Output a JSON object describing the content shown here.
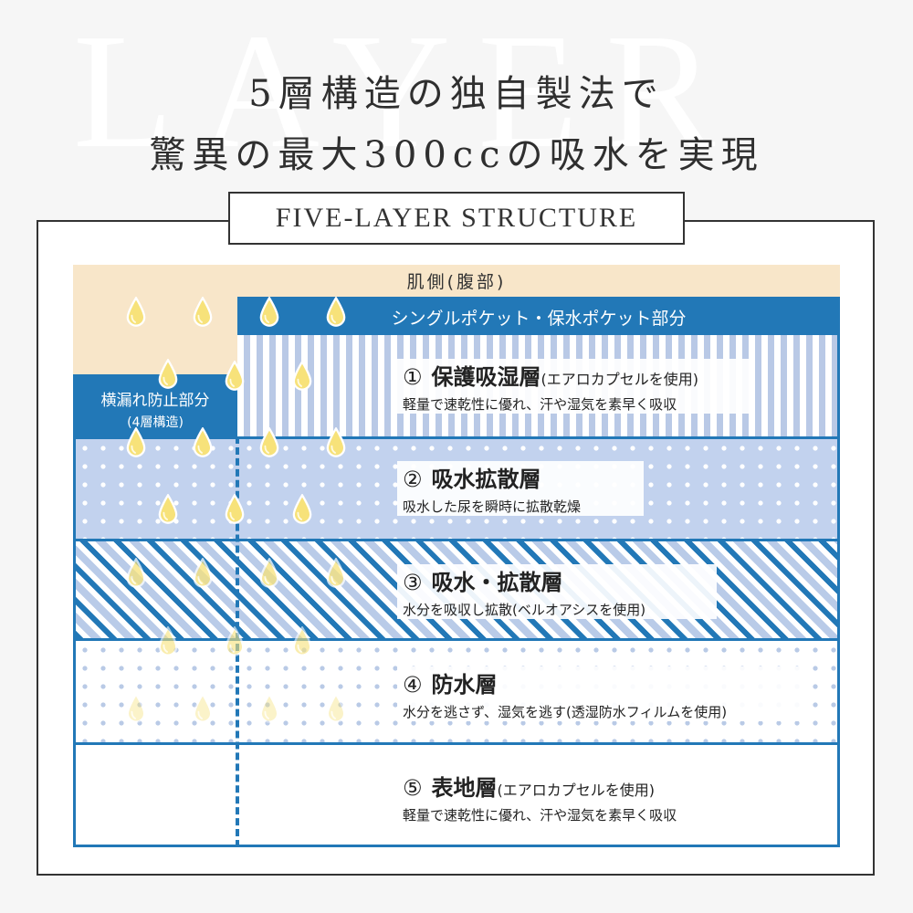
{
  "background_word": "LAYER",
  "headline": {
    "line1": "5層構造の独自製法で",
    "line2": "驚異の最大300ccの吸水を実現"
  },
  "section_title": "FIVE-LAYER STRUCTURE",
  "diagram": {
    "skin_label": "肌側(腹部)",
    "pocket_label": "シングルポケット・保水ポケット部分",
    "leak_guard": {
      "line1": "横漏れ防止部分",
      "line2": "(4層構造)"
    },
    "layers": [
      {
        "num": "①",
        "name": "保護吸湿層",
        "sub": "(エアロカプセルを使用)",
        "desc": "軽量で速乾性に優れ、汗や湿気を素早く吸収"
      },
      {
        "num": "②",
        "name": "吸水拡散層",
        "sub": "",
        "desc": "吸水した尿を瞬時に拡散乾燥"
      },
      {
        "num": "③",
        "name": "吸水・拡散層",
        "sub": "",
        "desc": "水分を吸収し拡散(ベルオアシスを使用)"
      },
      {
        "num": "④",
        "name": "防水層",
        "sub": "",
        "desc": "水分を逃さず、湿気を逃す(透湿防水フィルムを使用)"
      },
      {
        "num": "⑤",
        "name": "表地層",
        "sub": "(エアロカプセルを使用)",
        "desc": "軽量で速乾性に優れ、汗や湿気を素早く吸収"
      }
    ]
  },
  "colors": {
    "accent_blue": "#2278b7",
    "skin": "#f8e6c9",
    "drop_yellow": "#f7e27a"
  },
  "icons": {
    "drop": "water-drop-icon"
  }
}
